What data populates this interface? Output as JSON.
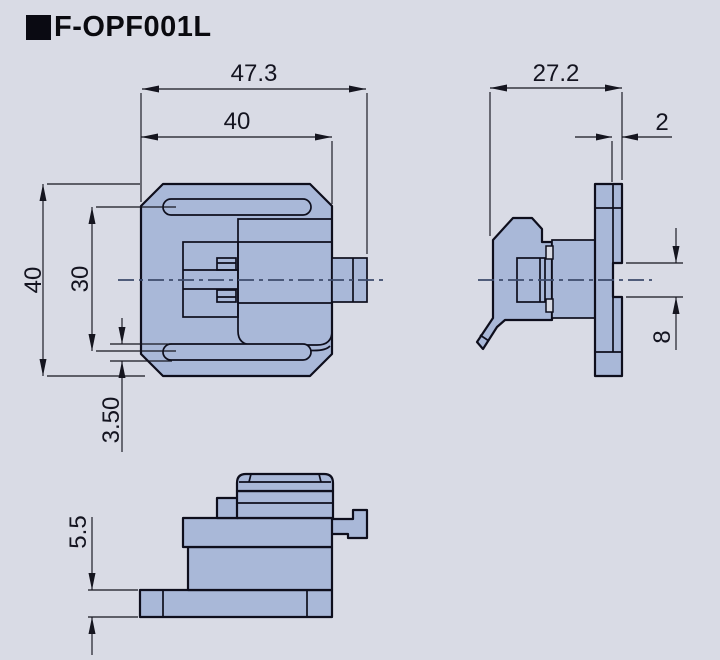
{
  "title": {
    "label": "F-OPF001L",
    "marker_icon": "black-square"
  },
  "drawing": {
    "front_view": {
      "dim_overall_width": "47.3",
      "dim_body_width": "40",
      "dim_body_height": "40",
      "dim_slot_spacing": "30",
      "dim_slot_width": "3.50"
    },
    "side_view": {
      "dim_overall_depth": "27.2",
      "dim_flange_thickness": "2",
      "dim_notch_height": "8"
    },
    "bottom_view": {
      "dim_base_thickness": "5.5"
    }
  },
  "colors": {
    "background": "#d9dbe5",
    "part_fill": "#a9b8d8",
    "outline": "#0e0e1c",
    "centerline": "#3c4a6b",
    "dimension": "#15151f",
    "title_text": "#0a0a0f"
  }
}
